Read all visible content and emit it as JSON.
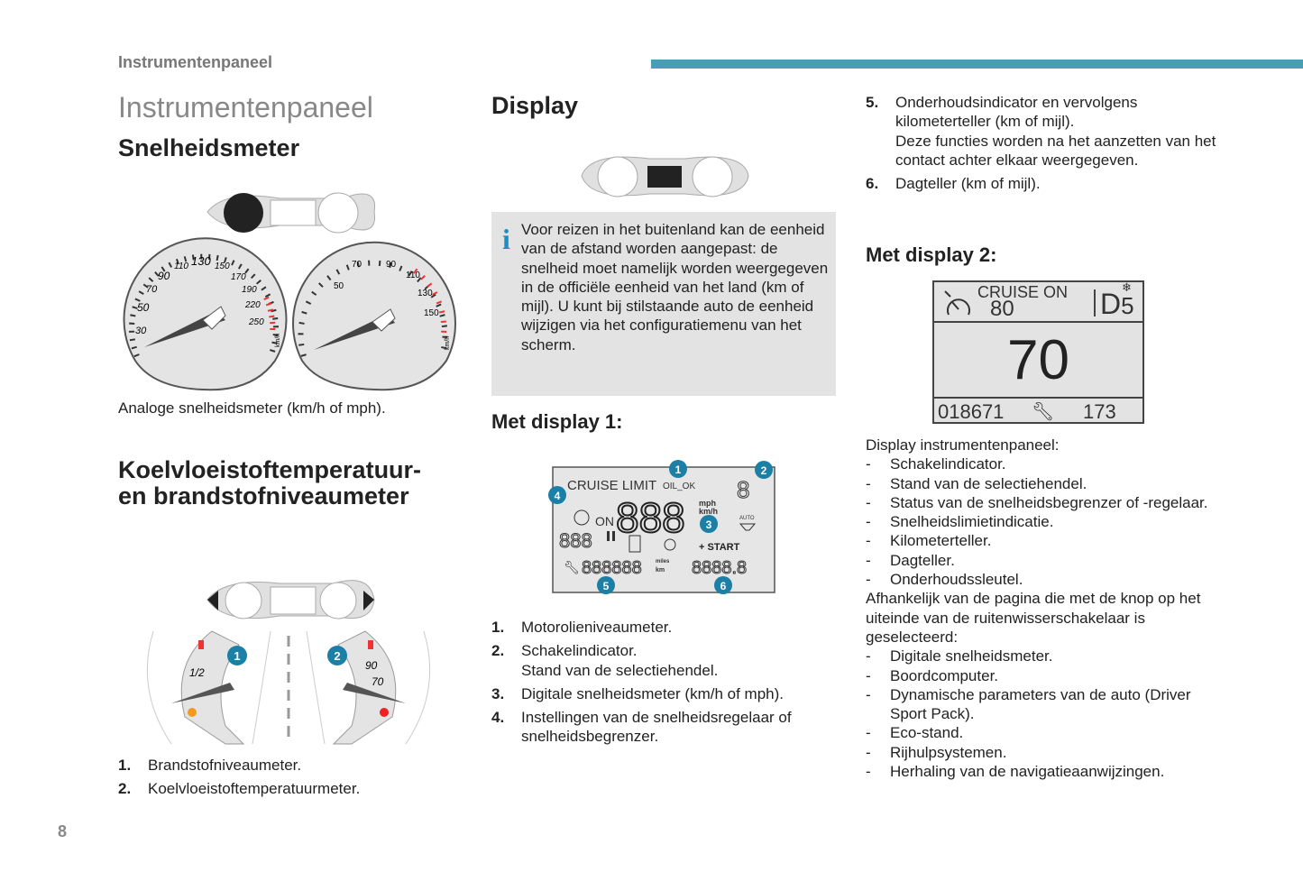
{
  "header": {
    "section": "Instrumentenpaneel",
    "page_number": "8"
  },
  "col1": {
    "title": "Instrumentenpaneel",
    "speedometer_heading": "Snelheidsmeter",
    "speedometer_caption": "Analoge snelheidsmeter (km/h of mph).",
    "gauge_left_labels": [
      "30",
      "50",
      "70",
      "90",
      "110",
      "130",
      "150",
      "170",
      "190",
      "220",
      "250",
      "km/h"
    ],
    "gauge_right_labels": [
      "50",
      "70",
      "90",
      "110",
      "130",
      "150",
      "km/h"
    ],
    "coolant_heading_line1": "Koelvloeistoftemperatuur-",
    "coolant_heading_line2": "en brandstofniveaumeter",
    "fuel_gauge_label": "1/2",
    "temp_gauge_label": "90",
    "temp_gauge_label2": "70",
    "badges": [
      "1",
      "2"
    ],
    "items": [
      {
        "n": "1.",
        "text": "Brandstofniveaumeter."
      },
      {
        "n": "2.",
        "text": "Koelvloeistoftemperatuurmeter."
      }
    ]
  },
  "col2": {
    "title": "Display",
    "info_text": "Voor reizen in het buitenland kan de eenheid van de afstand worden aangepast: de snelheid moet namelijk worden weergegeven in de officiële eenheid van het land (km of mijl). U kunt bij stilstaande auto de eenheid wijzigen via het configuratiemenu van het scherm.",
    "display1_heading": "Met display 1:",
    "lcd": {
      "cruise_limit": "CRUISE LIMIT",
      "oil": "OIL_OK",
      "on": "ON",
      "speed": "888",
      "unit_mph": "mph",
      "unit_kmh": "km/h",
      "small_digits": "888",
      "odometer": "888888",
      "miles": "miles",
      "km": "km",
      "trip": "8888.8",
      "start": "+ START",
      "auto": "AUTO",
      "gear": "8"
    },
    "badges": [
      "1",
      "2",
      "3",
      "4",
      "5",
      "6"
    ],
    "items": [
      {
        "n": "1.",
        "text": "Motorolieniveaumeter."
      },
      {
        "n": "2.",
        "text": "Schakelindicator.",
        "text2": "Stand van de selectiehendel."
      },
      {
        "n": "3.",
        "text": "Digitale snelheidsmeter (km/h of mph)."
      },
      {
        "n": "4.",
        "text": "Instellingen van de snelheidsregelaar of snelheidsbegrenzer."
      }
    ]
  },
  "col3": {
    "items": [
      {
        "n": "5.",
        "text": "Onderhoudsindicator en vervolgens kilometerteller (km of mijl).",
        "text2": "Deze functies worden na het aanzetten van het contact achter elkaar weergegeven."
      },
      {
        "n": "6.",
        "text": "Dagteller (km of mijl)."
      }
    ],
    "display2_heading": "Met display 2:",
    "lcd2": {
      "cruise": "CRUISE ON",
      "cruise_speed": "80",
      "gear_letter": "D",
      "gear_num": "5",
      "speed": "70",
      "odometer": "018671",
      "trip": "173"
    },
    "intro": "Display instrumentenpaneel:",
    "list1": [
      "Schakelindicator.",
      "Stand van de selectiehendel.",
      "Status van de snelheidsbegrenzer of -regelaar.",
      "Snelheidslimietindicatie.",
      "Kilometerteller.",
      "Dagteller.",
      "Onderhoudssleutel."
    ],
    "middle": "Afhankelijk van de pagina die met de knop op het uiteinde van de ruitenwisserschakelaar is geselecteerd:",
    "list2": [
      "Digitale snelheidsmeter.",
      "Boordcomputer.",
      "Dynamische parameters van de auto (Driver Sport Pack).",
      "Eco-stand.",
      "Rijhulpsystemen.",
      "Herhaling van de navigatieaanwijzingen."
    ]
  }
}
